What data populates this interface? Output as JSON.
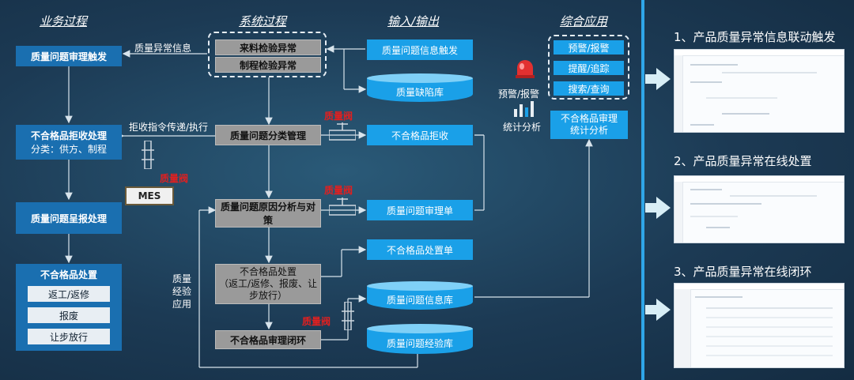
{
  "headers": {
    "business": "业务过程",
    "system": "系统过程",
    "io": "输入/输出",
    "apps": "综合应用"
  },
  "business": {
    "trigger": "质量问题审理触发",
    "reject_title": "不合格品拒收处理",
    "reject_sub": "分类：供方、制程",
    "report": "质量问题呈报处理",
    "dispose_title": "不合格品处置",
    "dispose_items": [
      "返工/返修",
      "报废",
      "让步放行"
    ]
  },
  "labels": {
    "quality_info": "质量异常信息",
    "reject_cmd": "拒收指令传递/执行",
    "quality_exp": "质量\n经验\n应用",
    "mes": "MES",
    "valve": "质量阀",
    "alert": "预警/报警",
    "stats": "统计分析"
  },
  "system": {
    "incoming": "来料检验异常",
    "process": "制程检验异常",
    "classify": "质量问题分类管理",
    "analysis": "质量问题原因分析与对策",
    "disposal": "不合格品处置\n（返工/返修、报废、让\n步放行）",
    "closure": "不合格品审理闭环"
  },
  "io": {
    "trigger": "质量问题信息触发",
    "defect_db": "质量缺陷库",
    "reject": "不合格品拒收",
    "review_form": "质量问题审理单",
    "disposal_form": "不合格品处置单",
    "info_db": "质量问题信息库",
    "exp_db": "质量问题经验库"
  },
  "apps": {
    "items": [
      "预警/报警",
      "提醒/追踪",
      "搜索/查询"
    ],
    "stats": "不合格品审理\n统计分析"
  },
  "right": {
    "titles": [
      "1、产品质量异常信息联动触发",
      "2、产品质量异常在线处置",
      "3、产品质量异常在线闭环"
    ]
  },
  "colors": {
    "business_blue": "#1a6fb0",
    "io_blue": "#1aa0e8",
    "system_gray": "#9a9a9a",
    "valve_red": "#e02020",
    "divider": "#2fa6e8"
  }
}
